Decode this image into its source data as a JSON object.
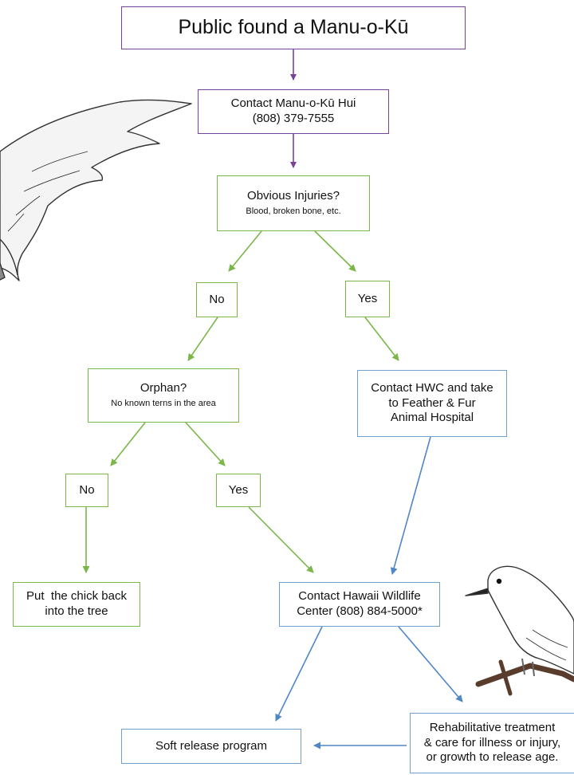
{
  "colors": {
    "purple": "#7b3f9e",
    "green": "#7ab648",
    "blue": "#4f86c6"
  },
  "nodes": {
    "start": {
      "label": "Public found a Manu-o-Kū"
    },
    "contact_hui": {
      "line1": "Contact Manu-o-Kū Hui",
      "line2": "(808) 379-7555"
    },
    "injuries": {
      "title": "Obvious Injuries?",
      "subtitle": "Blood, broken bone, etc."
    },
    "no1": {
      "label": "No"
    },
    "yes1": {
      "label": "Yes"
    },
    "orphan": {
      "title": "Orphan?",
      "subtitle": "No known terns in the area"
    },
    "contact_hwc": {
      "line1": "Contact HWC and take",
      "line2": "to Feather & Fur",
      "line3": "Animal Hospital"
    },
    "no2": {
      "label": "No"
    },
    "yes2": {
      "label": "Yes"
    },
    "put_back": {
      "line1": "Put  the chick back",
      "line2": "into the tree"
    },
    "contact_wildlife": {
      "line1": "Contact Hawaii Wildlife",
      "line2": "Center (808) 884-5000*"
    },
    "soft_release": {
      "label": "Soft release program"
    },
    "rehab": {
      "line1": "Rehabilitative treatment",
      "line2": "& care for illness or injury,",
      "line3": "or growth to release age."
    }
  },
  "illustrations": [
    "tern-wing-icon",
    "white-tern-on-branch-icon"
  ]
}
